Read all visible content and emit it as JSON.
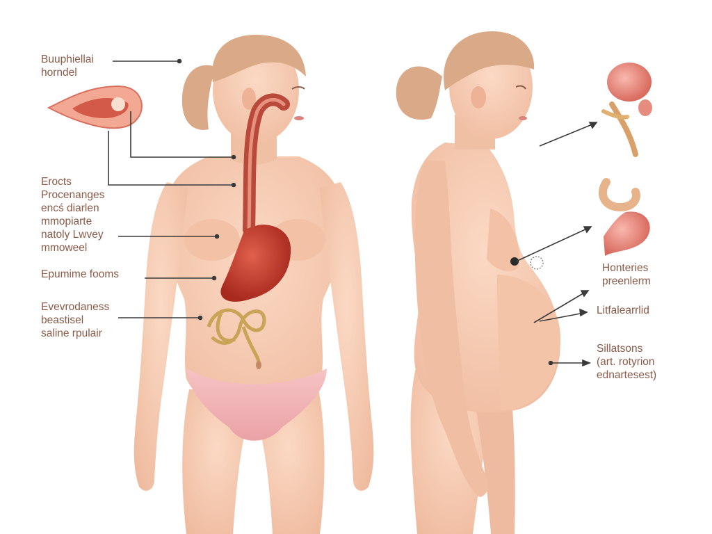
{
  "colors": {
    "background": "#ffffff",
    "skin": "#f5c9b0",
    "skin_shadow": "#e6a98c",
    "hair": "#d9a988",
    "stomach": "#c8402f",
    "esophagus": "#b94a3b",
    "intestine": "#c9a457",
    "underwear": "#f2b7b9",
    "label_text": "#8a5a48",
    "leader_line": "#3a3a3a"
  },
  "labels": {
    "top_left": "Buuphiellai\nhorndel",
    "mid_left": "Erocts\nProcenanges\nencś diarlen\nmmopiarte\nnatoly Lwvey\nmmoweel",
    "epumime": "Epumime fooms",
    "bottom_left": "Evevrodaness\nbeastisel\nsaline rpulair",
    "hontenes": "Honteries\npreenlerm",
    "litfalearrlid": "Litfalearrlid",
    "sillatsons": "Sillatsons\n(art. rotyrion\nednartesest)"
  },
  "icons": [
    "stomach-cross-section-icon",
    "gallbladder-organ-icon",
    "stomach-duodenum-icon"
  ]
}
